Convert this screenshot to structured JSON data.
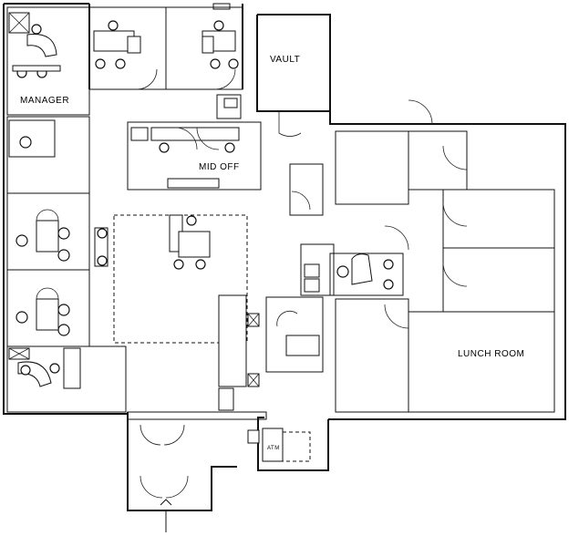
{
  "plan": {
    "rooms": {
      "manager": "MANAGER",
      "vault": "VAULT",
      "mid_off": "MID OFF",
      "lunch_room": "LUNCH ROOM"
    },
    "equipment": {
      "atm": "ATM"
    }
  }
}
